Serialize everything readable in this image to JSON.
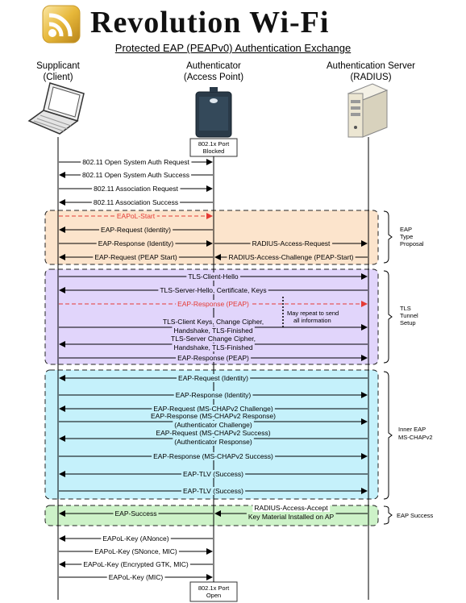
{
  "title": "Revolution Wi-Fi",
  "subtitle": "Protected EAP (PEAPv0) Authentication Exchange",
  "columns": [
    {
      "name": "Supplicant",
      "sub": "(Client)"
    },
    {
      "name": "Authenticator",
      "sub": "(Access Point)"
    },
    {
      "name": "Authentication Server",
      "sub": "(RADIUS)"
    }
  ],
  "port_blocked": [
    "802.1x Port",
    "Blocked"
  ],
  "port_open": [
    "802.1x Port",
    "Open"
  ],
  "colors": {
    "eap_type_fill": "#fce4cc",
    "tls_fill": "#e1d5fb",
    "inner_fill": "#c5f1fb",
    "success_fill": "#cdf2c8",
    "red": "#e53b35"
  },
  "phases": [
    {
      "key": "eap_type",
      "lines": [
        "EAP",
        "Type",
        "Proposal"
      ]
    },
    {
      "key": "tls",
      "lines": [
        "TLS",
        "Tunnel",
        "Setup"
      ]
    },
    {
      "key": "inner",
      "lines": [
        "Inner EAP",
        "MS-CHAPv2"
      ]
    },
    {
      "key": "success",
      "lines": [
        "EAP Success"
      ]
    }
  ],
  "note": [
    "May repeat to send",
    "all information"
  ],
  "messages": [
    {
      "lines": [
        "802.11 Open System Auth Request"
      ],
      "from": "client",
      "to": "ap"
    },
    {
      "lines": [
        "802.11 Open System Auth Success"
      ],
      "from": "ap",
      "to": "client"
    },
    {
      "lines": [
        "802.11 Association Request"
      ],
      "from": "client",
      "to": "ap"
    },
    {
      "lines": [
        "802.11 Association Success"
      ],
      "from": "ap",
      "to": "client"
    },
    {
      "lines": [
        "EAPoL-Start"
      ],
      "from": "client",
      "to": "ap",
      "red": true
    },
    {
      "lines": [
        "EAP-Request (Identity)"
      ],
      "from": "ap",
      "to": "client"
    },
    {
      "lines": [
        "EAP-Response (Identity)"
      ],
      "from": "client",
      "to": "ap"
    },
    {
      "lines": [
        "RADIUS-Access-Request"
      ],
      "from": "ap",
      "to": "server"
    },
    {
      "lines": [
        "EAP-Request (PEAP Start)"
      ],
      "from": "ap",
      "to": "client"
    },
    {
      "lines": [
        "RADIUS-Access-Challenge (PEAP-Start)"
      ],
      "from": "server",
      "to": "ap"
    },
    {
      "lines": [
        "TLS-Client-Hello"
      ],
      "from": "client",
      "to": "server"
    },
    {
      "lines": [
        "TLS-Server-Hello, Certificate, Keys"
      ],
      "from": "server",
      "to": "client"
    },
    {
      "lines": [
        "EAP-Response (PEAP)"
      ],
      "from": "client",
      "to": "server",
      "red": true
    },
    {
      "lines": [
        "TLS-Client Keys, Change Cipher,",
        "Handshake, TLS-Finished"
      ],
      "from": "client",
      "to": "server"
    },
    {
      "lines": [
        "TLS-Server Change Cipher,",
        "Handshake, TLS-Finished"
      ],
      "from": "server",
      "to": "client"
    },
    {
      "lines": [
        "EAP-Response (PEAP)"
      ],
      "from": "client",
      "to": "server"
    },
    {
      "lines": [
        "EAP-Request (Identity)"
      ],
      "from": "server",
      "to": "client"
    },
    {
      "lines": [
        "EAP-Response (Identity)"
      ],
      "from": "client",
      "to": "server"
    },
    {
      "lines": [
        "EAP-Request (MS-CHAPv2 Challenge)"
      ],
      "from": "server",
      "to": "client"
    },
    {
      "lines": [
        "EAP-Response (MS-CHAPv2 Response)",
        "(Authenticator Challenge)"
      ],
      "from": "client",
      "to": "server"
    },
    {
      "lines": [
        "EAP-Request (MS-CHAPv2 Success)",
        "(Authenticator Response)"
      ],
      "from": "server",
      "to": "client"
    },
    {
      "lines": [
        "EAP-Response (MS-CHAPv2 Success)"
      ],
      "from": "client",
      "to": "server"
    },
    {
      "lines": [
        "EAP-TLV (Success)"
      ],
      "from": "server",
      "to": "client"
    },
    {
      "lines": [
        "EAP-TLV (Success)"
      ],
      "from": "client",
      "to": "server"
    },
    {
      "lines": [
        "RADIUS-Access-Accept",
        "Key Material Installed on AP"
      ],
      "from": "server",
      "to": "ap"
    },
    {
      "lines": [
        "EAP-Success"
      ],
      "from": "ap",
      "to": "client"
    },
    {
      "lines": [
        "EAPoL-Key (ANonce)"
      ],
      "from": "ap",
      "to": "client"
    },
    {
      "lines": [
        "EAPoL-Key (SNonce, MIC)"
      ],
      "from": "client",
      "to": "ap"
    },
    {
      "lines": [
        "EAPoL-Key (Encrypted GTK, MIC)"
      ],
      "from": "ap",
      "to": "client"
    },
    {
      "lines": [
        "EAPoL-Key (MIC)"
      ],
      "from": "client",
      "to": "ap"
    }
  ]
}
